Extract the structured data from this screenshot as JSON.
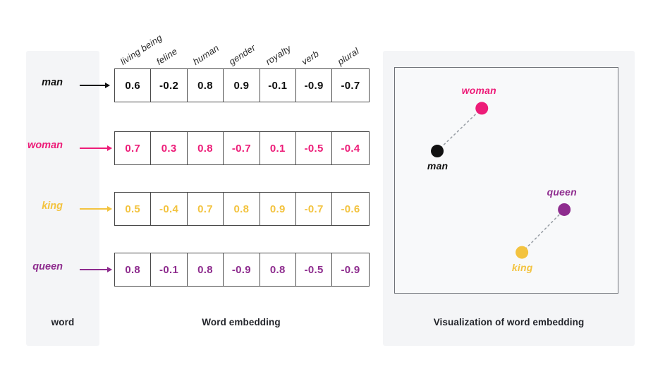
{
  "panels": {
    "word_caption": "word",
    "embedding_caption": "Word embedding",
    "visualization_caption": "Visualization of word embedding"
  },
  "colors": {
    "man": "#111111",
    "woman": "#ED1C78",
    "king": "#F3C33F",
    "queen": "#8E2C8E",
    "panel_bg": "#f4f5f7",
    "cell_border": "#4a4a4a",
    "chart_border": "#6e7177",
    "connector": "#9aa0a6"
  },
  "table": {
    "columns": [
      "living being",
      "feline",
      "human",
      "gender",
      "royalty",
      "verb",
      "plural"
    ],
    "rows": [
      {
        "word": "man",
        "color_key": "man",
        "values": [
          "0.6",
          "-0.2",
          "0.8",
          "0.9",
          "-0.1",
          "-0.9",
          "-0.7"
        ]
      },
      {
        "word": "woman",
        "color_key": "woman",
        "values": [
          "0.7",
          "0.3",
          "0.8",
          "-0.7",
          "0.1",
          "-0.5",
          "-0.4"
        ]
      },
      {
        "word": "king",
        "color_key": "king",
        "values": [
          "0.5",
          "-0.4",
          "0.7",
          "0.8",
          "0.9",
          "-0.7",
          "-0.6"
        ]
      },
      {
        "word": "queen",
        "color_key": "queen",
        "values": [
          "0.8",
          "-0.1",
          "0.8",
          "-0.9",
          "0.8",
          "-0.5",
          "-0.9"
        ]
      }
    ]
  },
  "chart_data": {
    "type": "scatter",
    "title": "Visualization of word embedding",
    "xlabel": "",
    "ylabel": "",
    "grid": false,
    "legend": "none",
    "axis_ticks": false,
    "points": [
      {
        "label": "man",
        "x": 0.19,
        "y": 0.63,
        "color": "#111111",
        "label_position": "below"
      },
      {
        "label": "woman",
        "x": 0.39,
        "y": 0.82,
        "color": "#ED1C78",
        "label_position": "above"
      },
      {
        "label": "king",
        "x": 0.57,
        "y": 0.18,
        "color": "#F3C33F",
        "label_position": "below"
      },
      {
        "label": "queen",
        "x": 0.76,
        "y": 0.37,
        "color": "#8E2C8E",
        "label_position": "above"
      }
    ],
    "connectors": [
      {
        "from": "man",
        "to": "woman",
        "style": "dotted"
      },
      {
        "from": "king",
        "to": "queen",
        "style": "dotted"
      }
    ]
  }
}
